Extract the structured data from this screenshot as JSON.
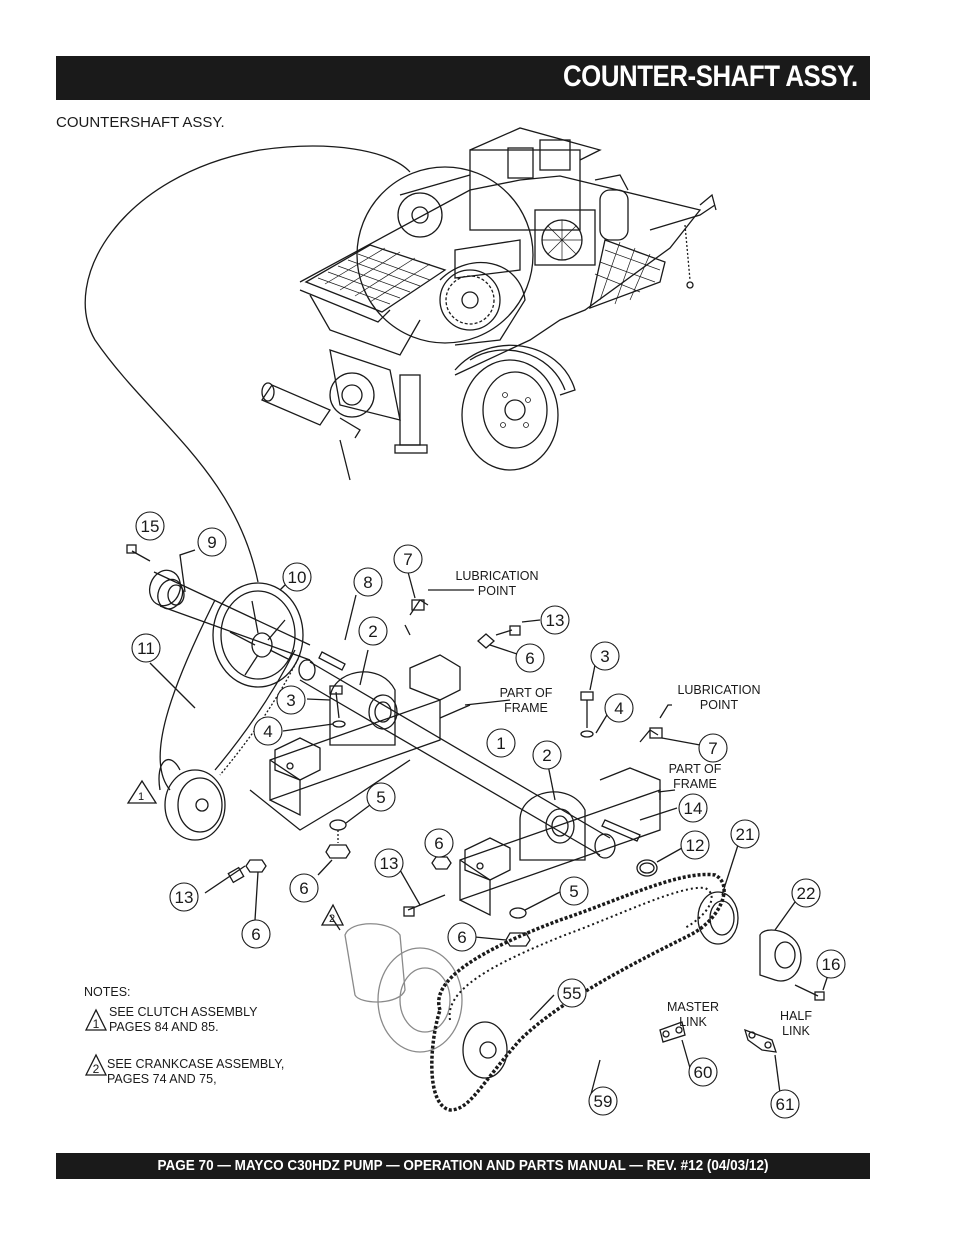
{
  "header": {
    "title": "COUNTER-SHAFT ASSY."
  },
  "subtitle": "COUNTERSHAFT ASSY.",
  "callouts": {
    "c15": "15",
    "c9": "9",
    "c10": "10",
    "c8": "8",
    "c7a": "7",
    "c13a": "13",
    "c11": "11",
    "c2a": "2",
    "c6a": "6",
    "c3a": "3",
    "c3b": "3",
    "c4a": "4",
    "c4b": "4",
    "c1": "1",
    "c2b": "2",
    "c7b": "7",
    "c5a": "5",
    "c14": "14",
    "c21": "21",
    "c12": "12",
    "c6b": "6",
    "c13b": "13",
    "c6c": "6",
    "c5b": "5",
    "c22": "22",
    "c13c": "13",
    "c6d": "6",
    "c6e": "6",
    "c16": "16",
    "c55": "55",
    "c60": "60",
    "c59": "59",
    "c61": "61"
  },
  "labels": {
    "lub1_line1": "LUBRICATION",
    "lub1_line2": "POINT",
    "lub2_line1": "LUBRICATION",
    "lub2_line2": "POINT",
    "frame1_line1": "PART OF",
    "frame1_line2": "FRAME",
    "frame2_line1": "PART OF",
    "frame2_line2": "FRAME",
    "master_line1": "MASTER",
    "master_line2": "LINK",
    "half_line1": "HALF",
    "half_line2": "LINK",
    "tri1": "1",
    "tri2": "2"
  },
  "notes": {
    "heading": "NOTES:",
    "n1_marker": "1",
    "n1_line1": "SEE CLUTCH ASSEMBLY",
    "n1_line2": "PAGES 84 AND 85.",
    "n2_marker": "2",
    "n2_line1": "SEE CRANKCASE ASSEMBLY,",
    "n2_line2": "PAGES 74 AND 75,"
  },
  "footer": {
    "text": "PAGE 70 — MAYCO C30HDZ PUMP — OPERATION AND PARTS MANUAL — REV. #12 (04/03/12)"
  },
  "colors": {
    "ink": "#1a1a1a",
    "bar": "#1a1a1a",
    "paper": "#ffffff",
    "shade": "#bdbdbd"
  }
}
